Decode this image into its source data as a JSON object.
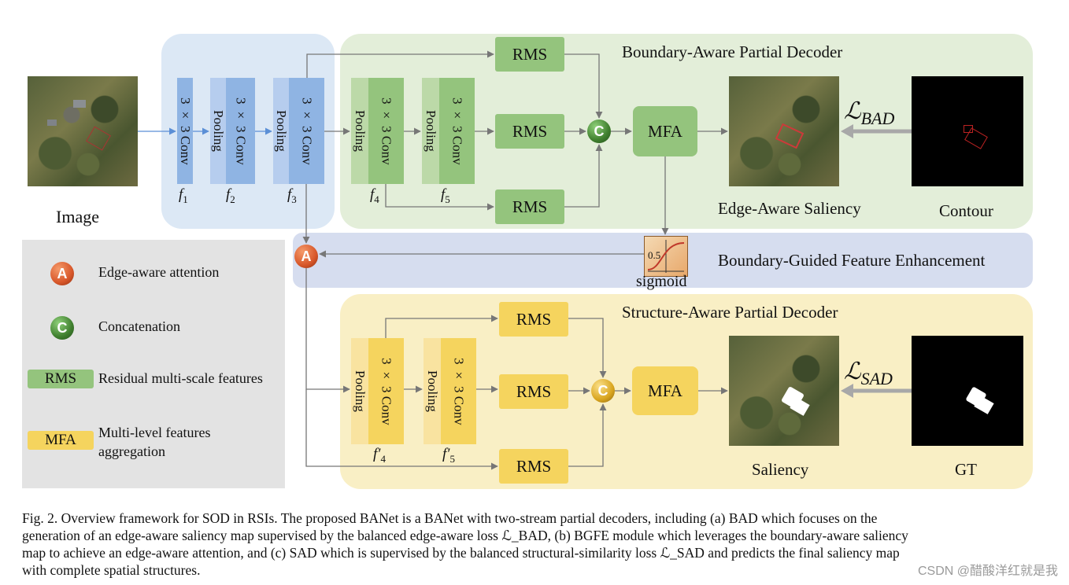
{
  "labels": {
    "image": "Image",
    "edge_aware_saliency": "Edge-Aware Saliency",
    "contour": "Contour",
    "saliency": "Saliency",
    "gt": "GT",
    "sigmoid": "sigmoid",
    "sigmoid_value": "0.5"
  },
  "panels": {
    "bad_title": "Boundary-Aware Partial Decoder",
    "bgfe_title": "Boundary-Guided Feature Enhancement",
    "sad_title": "Structure-Aware Partial Decoder"
  },
  "blocks": {
    "conv": "3 × 3 Conv",
    "pooling": "Pooling",
    "rms": "RMS",
    "mfa": "MFA",
    "concat_symbol": "C",
    "attention_symbol": "A"
  },
  "features": {
    "f1": "f",
    "f1_sub": "1",
    "f2": "f",
    "f2_sub": "2",
    "f3": "f",
    "f3_sub": "3",
    "f4": "f",
    "f4_sub": "4",
    "f5": "f",
    "f5_sub": "5",
    "f4p": "f′",
    "f4p_sub": "4",
    "f5p": "f′",
    "f5p_sub": "5"
  },
  "losses": {
    "bad_main": "ℒ",
    "bad_sub": "BAD",
    "sad_main": "ℒ",
    "sad_sub": "SAD"
  },
  "legend": {
    "attention": "Edge-aware attention",
    "concatenation": "Concatenation",
    "rms": "Residual multi-scale features",
    "mfa_line1": "Multi-level features",
    "mfa_line2": "aggregation"
  },
  "caption": {
    "line1": "Fig. 2.   Overview framework for SOD in RSIs. The proposed BANet is a BANet with two-stream partial decoders, including (a) BAD which focuses on the",
    "line2": "generation of an edge-aware saliency map supervised by the balanced edge-aware loss ℒ_BAD, (b) BGFE module which leverages the boundary-aware saliency",
    "line3": "map to achieve an edge-aware attention, and (c) SAD which is supervised by the balanced structural-similarity loss ℒ_SAD and predicts the final saliency map",
    "line4": "with complete spatial structures."
  },
  "watermark": "CSDN @醋酸洋红就是我",
  "colors": {
    "encoder_panel": "#dce8f5",
    "bad_panel": "#e3eed9",
    "bgfe_panel": "#d6ddef",
    "sad_panel": "#f9efc5",
    "legend_panel": "#e3e3e3",
    "encoder_conv": "#8fb4e3",
    "encoder_pool": "#b6cdee",
    "green_block": "#94c47d",
    "green_pool": "#bcd9a8",
    "yellow_block": "#f5d45e",
    "yellow_pool": "#f9e3a0",
    "attention_circle": "#d8572a",
    "concat_circle_green": "#3f7f2e",
    "concat_circle_yellow": "#d9a51f"
  }
}
